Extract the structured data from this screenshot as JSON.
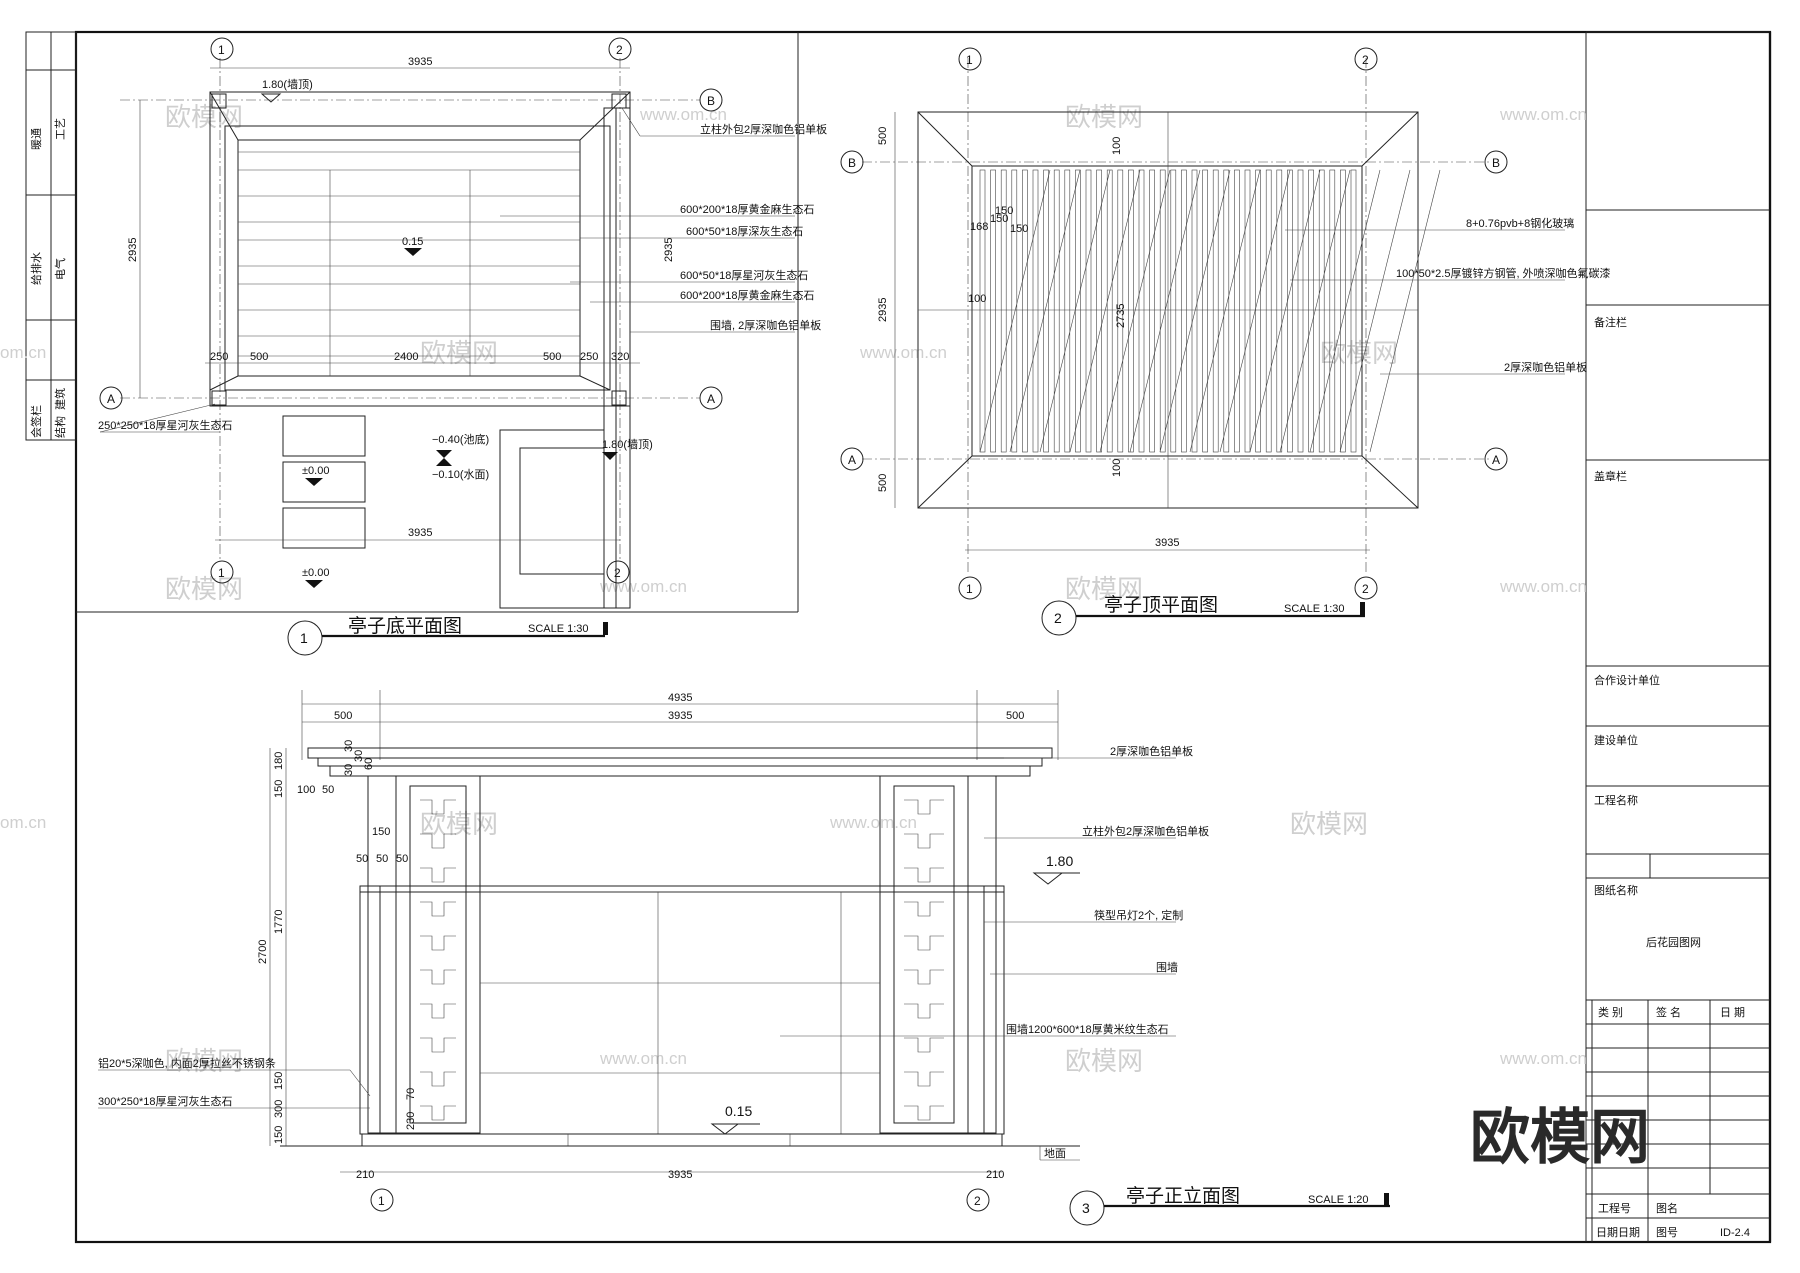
{
  "watermark": {
    "brand": "欧模网",
    "site": "www.om.cn",
    "site_short": "om.cn"
  },
  "views": {
    "floor_plan": {
      "number": "1",
      "title": "亭子底平面图",
      "scale": "SCALE  1:30"
    },
    "roof_plan": {
      "number": "2",
      "title": "亭子顶平面图",
      "scale": "SCALE  1:30"
    },
    "elevation": {
      "number": "3",
      "title": "亭子正立面图",
      "scale": "SCALE  1:20"
    }
  },
  "grid_labels": {
    "g1": "1",
    "g2": "2",
    "gA": "A",
    "gB": "B"
  },
  "floor_plan": {
    "dims": {
      "top": "3935",
      "left": "2935",
      "right": "2935",
      "bottom": "3935",
      "row": [
        "250",
        "500",
        "2400",
        "500",
        "250",
        "320"
      ]
    },
    "levels": {
      "slab": "0.15",
      "step_top": "1.80(墙顶)",
      "step_right": "1.80(墙顶)",
      "pool": "−0.40(池底)",
      "water": "−0.10(水面)",
      "ground1": "±0.00",
      "ground2": "±0.00"
    },
    "notes": [
      "立柱外包2厚深咖色铝单板",
      "600*200*18厚黄金麻生态石",
      "600*50*18厚深灰生态石",
      "600*50*18厚星河灰生态石",
      "600*200*18厚黄金麻生态石",
      "围墙, 2厚深咖色铝单板",
      "250*250*18厚星河灰生态石"
    ]
  },
  "roof_plan": {
    "dims": {
      "left_top": "500",
      "left_mid": "2935",
      "left_bot": "500",
      "bottom": "3935",
      "inner_top": "100",
      "inner_bot": "100",
      "inner_left": "100",
      "inner_mid": "2735",
      "sp1": "168",
      "sp2": "150",
      "sp3": "150",
      "sp4": "150"
    },
    "notes": [
      "8+0.76pvb+8钢化玻璃",
      "100*50*2.5厚镀锌方钢管, 外喷深咖色氟碳漆",
      "2厚深咖色铝单板"
    ]
  },
  "elevation": {
    "dims": {
      "overall": "4935",
      "span": "3935",
      "eave_l": "500",
      "eave_r": "500",
      "base_l": "210",
      "base_r": "210",
      "base_span": "3935",
      "height": "2700",
      "h180": "180",
      "h150a": "150",
      "h1770": "1770",
      "h150b": "150",
      "h300": "300",
      "h150c": "150",
      "c30a": "30",
      "c30b": "30",
      "c30c": "30",
      "c60": "60",
      "w100": "100",
      "w50": "50",
      "w150": "150",
      "p50a": "50",
      "p50b": "50",
      "p50c": "50",
      "v230": "230",
      "v70": "70"
    },
    "levels": {
      "top": "1.80",
      "floor": "0.15"
    },
    "notes": [
      "2厚深咖色铝单板",
      "立柱外包2厚深咖色铝单板",
      "筷型吊灯2个, 定制",
      "围墙",
      "围墙1200*600*18厚黄米纹生态石",
      "铝20*5深咖色, 内面2厚拉丝不锈钢条",
      "300*250*18厚星河灰生态石",
      "地面"
    ]
  },
  "left_strip": [
    "暖通",
    "工艺",
    "给排水",
    "电气",
    "会签栏",
    "建筑",
    "结构"
  ],
  "title_block": {
    "remarks": "备注栏",
    "stamp": "盖章栏",
    "collab": "合作设计单位",
    "client": "建设单位",
    "project": "工程名称",
    "drawing_name": "图纸名称",
    "drawing_value": "后花园图网",
    "cols": [
      "类 别",
      "签 名",
      "日 期"
    ],
    "job_no": "工程号",
    "scale_label": "图名",
    "date_label": "日期日期",
    "sheet_label": "图号",
    "sheet_no": "ID-2.4"
  }
}
